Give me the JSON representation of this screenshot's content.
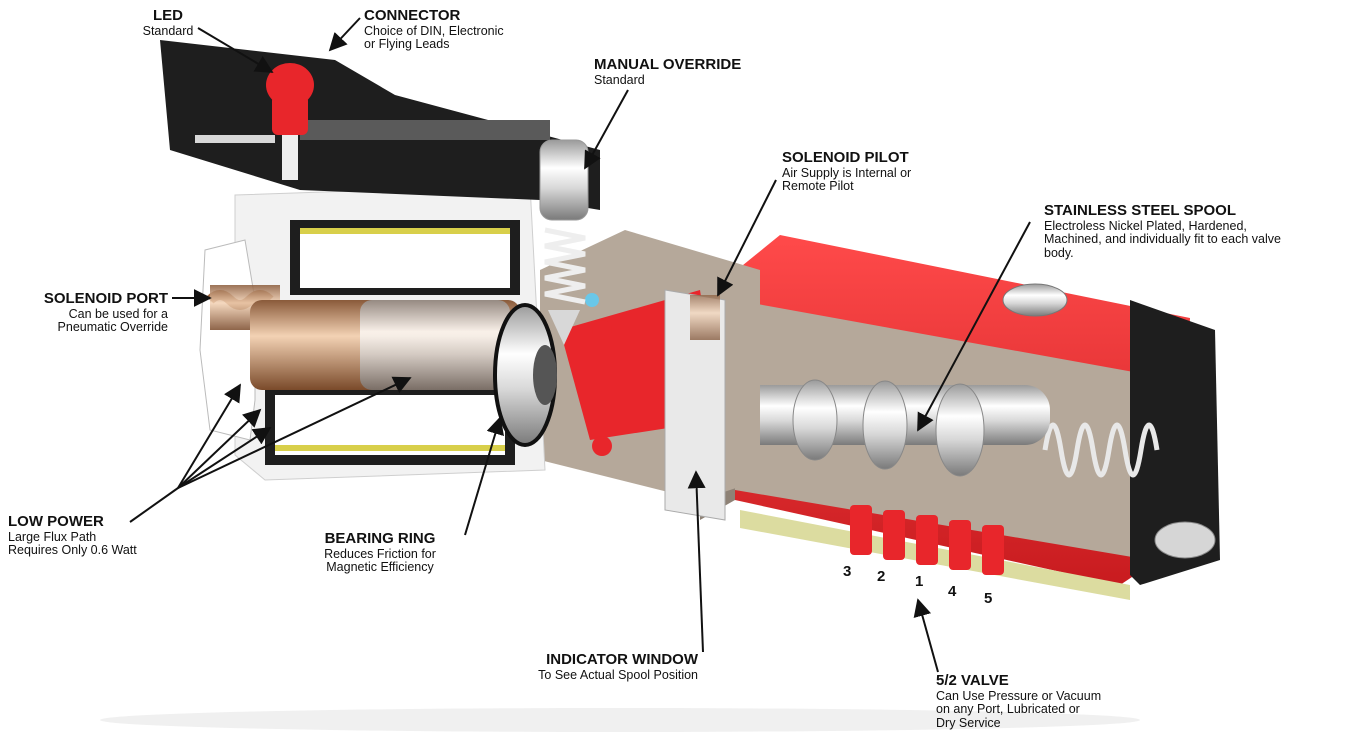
{
  "colors": {
    "housing_red": "#e8262b",
    "body_tan": "#b5a89a",
    "coil_black": "#1e1e1e",
    "metal_silver": "#e6e6e6",
    "copper": "#c98a5a",
    "coil_yellow": "#d8cf4a",
    "base_plate": "#dcdca0"
  },
  "labels": {
    "led": {
      "title": "LED",
      "desc": "Standard"
    },
    "connector": {
      "title": "CONNECTOR",
      "desc1": "Choice of DIN, Electronic",
      "desc2": "or Flying Leads"
    },
    "manual_override": {
      "title": "MANUAL OVERRIDE",
      "desc": "Standard"
    },
    "solenoid_pilot": {
      "title": "SOLENOID PILOT",
      "desc1": "Air Supply is Internal or",
      "desc2": "Remote Pilot"
    },
    "stainless_spool": {
      "title": "STAINLESS STEEL SPOOL",
      "desc1": "Electroless Nickel Plated, Hardened,",
      "desc2": "Machined, and individually fit to each valve",
      "desc3": "body."
    },
    "solenoid_port": {
      "title": "SOLENOID PORT",
      "desc1": "Can be used for a",
      "desc2": "Pneumatic Override"
    },
    "low_power": {
      "title": "LOW POWER",
      "desc1": "Large Flux Path",
      "desc2": "Requires Only 0.6 Watt"
    },
    "bearing_ring": {
      "title": "BEARING RING",
      "desc1": "Reduces Friction for",
      "desc2": "Magnetic Efficiency"
    },
    "indicator_window": {
      "title": "INDICATOR WINDOW",
      "desc": "To See Actual Spool Position"
    },
    "valve_52": {
      "title": "5/2 VALVE",
      "desc1": "Can Use Pressure or Vacuum",
      "desc2": "on any Port, Lubricated or",
      "desc3": "Dry Service"
    }
  },
  "ports": [
    "3",
    "2",
    "1",
    "4",
    "5"
  ]
}
